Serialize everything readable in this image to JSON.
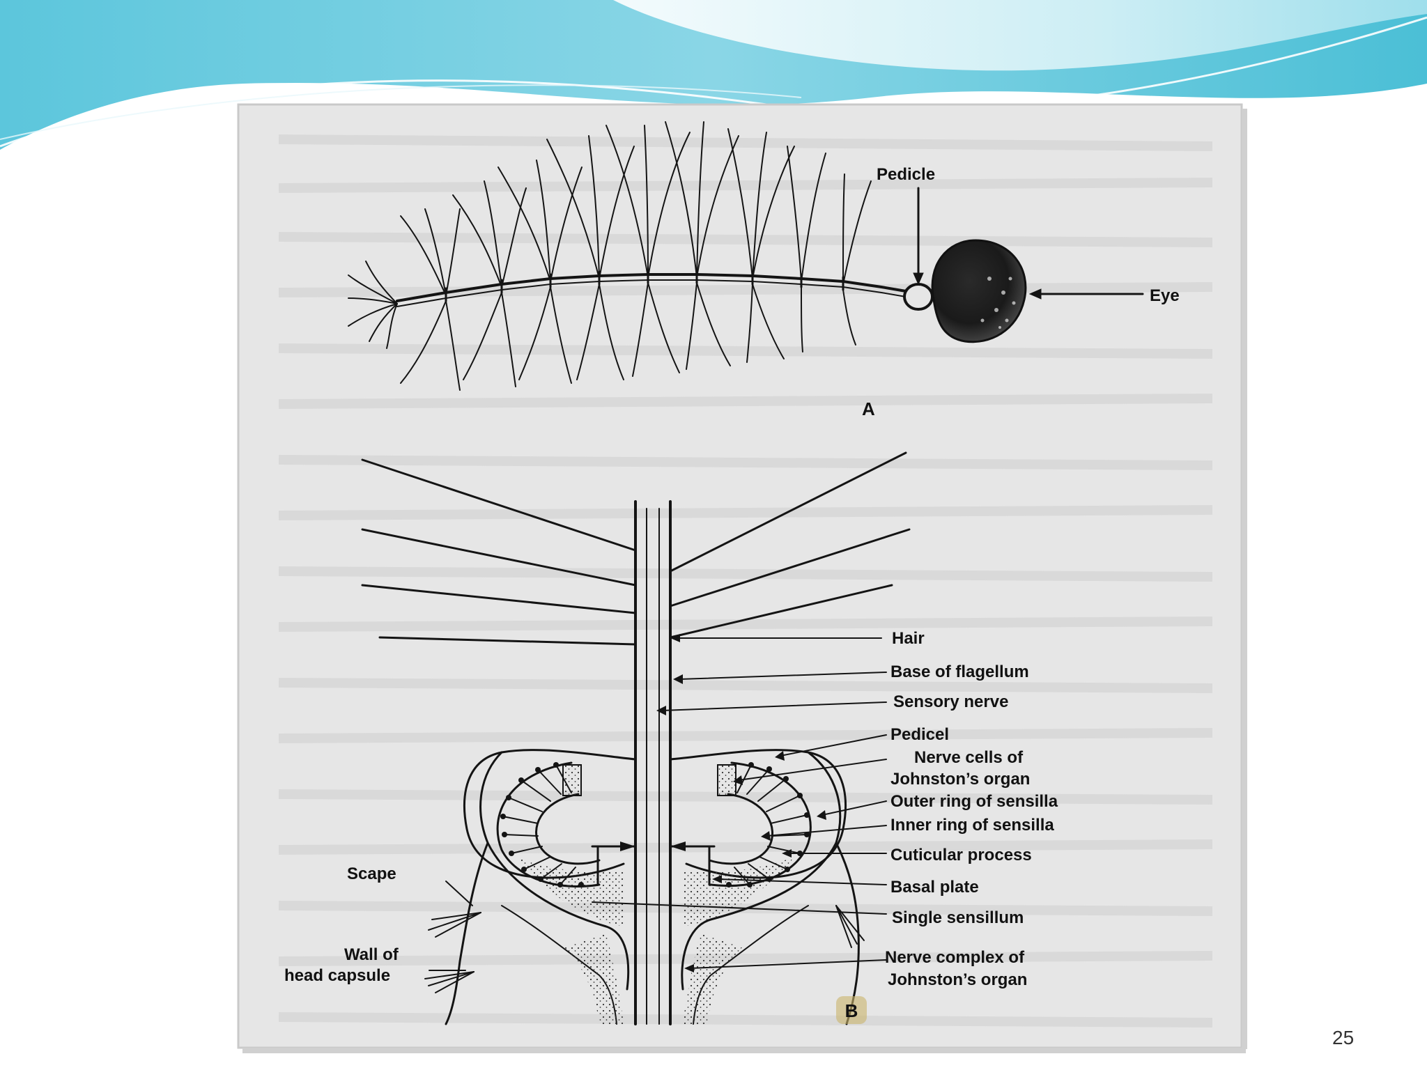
{
  "slide": {
    "page_number": "25",
    "colors": {
      "header_wave_dark": "#4bbfd6",
      "header_wave_light": "#bfe8f0",
      "figure_background": "#e6e6e6",
      "ink": "#141414"
    }
  },
  "figure": {
    "panel_a": {
      "panel_label": "A",
      "labels": {
        "pedicle": "Pedicle",
        "eye": "Eye"
      }
    },
    "panel_b": {
      "panel_label": "B",
      "labels": {
        "hair": "Hair",
        "base_of_flagellum": "Base of flagellum",
        "sensory_nerve": "Sensory nerve",
        "pedicel": "Pedicel",
        "nerve_cells_line1": "Nerve cells of",
        "nerve_cells_line2": "Johnston’s organ",
        "outer_ring": "Outer ring of sensilla",
        "inner_ring": "Inner ring of sensilla",
        "cuticular_process": "Cuticular process",
        "basal_plate": "Basal plate",
        "single_sensillum": "Single sensillum",
        "nerve_complex_line1": "Nerve complex of",
        "nerve_complex_line2": "Johnston’s organ",
        "scape": "Scape",
        "wall_line1": "Wall of",
        "wall_line2": "head capsule"
      }
    }
  }
}
